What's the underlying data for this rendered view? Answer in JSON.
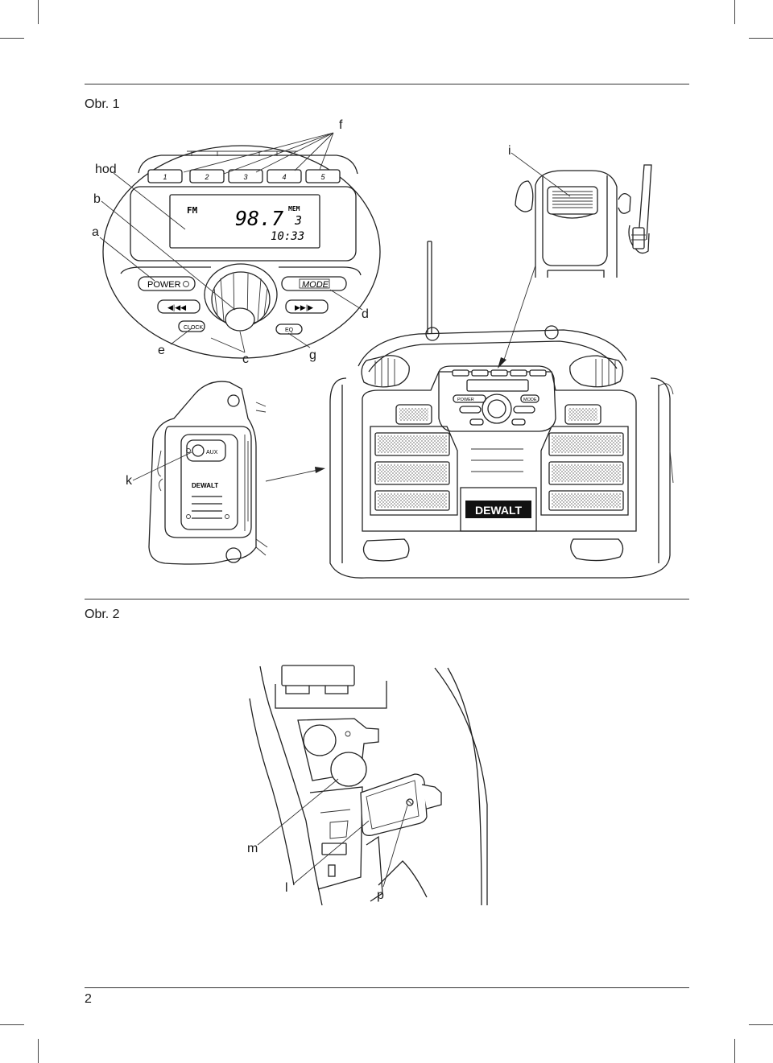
{
  "figures": [
    {
      "id": "fig1",
      "label": "Obr. 1"
    },
    {
      "id": "fig2",
      "label": "Obr. 2"
    }
  ],
  "callouts": {
    "f": "f",
    "i": "i",
    "hod": "hod",
    "b": "b",
    "a": "a",
    "d": "d",
    "e": "e",
    "c": "c",
    "g": "g",
    "k": "k",
    "m": "m",
    "l": "l",
    "p": "p"
  },
  "radio_panel": {
    "presets": [
      "1",
      "2",
      "3",
      "4",
      "5"
    ],
    "lcd_band": "FM",
    "lcd_frequency": "98.7",
    "lcd_mem_label": "MEM",
    "lcd_mem_number": "3",
    "lcd_clock": "10:33",
    "power_label": "POWER",
    "mode_label": "MODE",
    "clock_label": "CLOCK",
    "eq_label": "EQ",
    "aux_label": "AUX",
    "brand": "DEWALT"
  },
  "page_number": "2"
}
